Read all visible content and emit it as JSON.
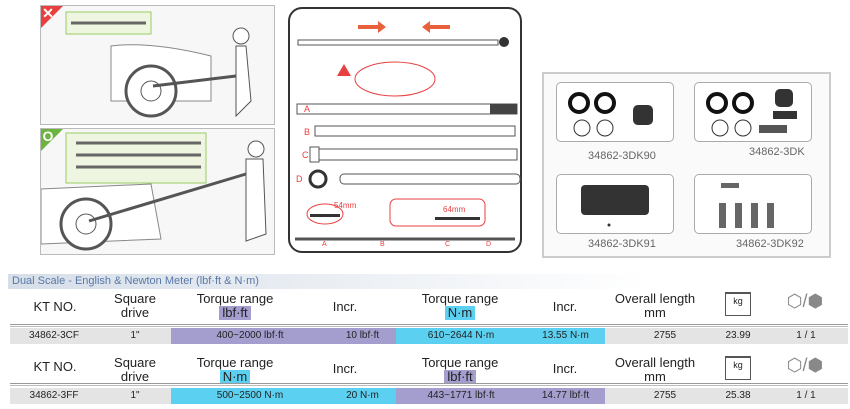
{
  "illustrations": {
    "wrong_badge": "✕",
    "right_badge": "O"
  },
  "diagram": {
    "labels": [
      "A",
      "B",
      "C",
      "D"
    ],
    "pin_short": "54mm",
    "pin_long": "64mm",
    "assembly_labels": [
      "A",
      "B",
      "C",
      "D"
    ]
  },
  "kits": [
    {
      "code": "34862-3DK90"
    },
    {
      "code": "34862-3DK"
    },
    {
      "code": "34862-3DK91"
    },
    {
      "code": "34862-3DK92"
    }
  ],
  "table": {
    "title": "Dual Scale - English & Newton Meter (lbf·ft & N·m)",
    "headers_common": {
      "kt": "KT NO.",
      "square1": "Square",
      "square2": "drive",
      "torque": "Torque range",
      "incr": "Incr.",
      "length1": "Overall length",
      "length2": "mm"
    },
    "products": [
      {
        "unit1": "lbf·ft",
        "unit2": "N·m",
        "kt": "34862-3CF",
        "drive": "1\"",
        "range1": "400~2000 lbf·ft",
        "incr1": "10 lbf·ft",
        "range2": "610~2644 N·m",
        "incr2": "13.55 N·m",
        "length": "2755",
        "weight": "23.99",
        "pack": "1 / 1"
      },
      {
        "unit1": "N·m",
        "unit2": "lbf·ft",
        "kt": "34862-3FF",
        "drive": "1\"",
        "range1": "500~2500 N·m",
        "incr1": "20 N·m",
        "range2": "443~1771 lbf·ft",
        "incr2": "14.77 lbf·ft",
        "length": "2755",
        "weight": "25.38",
        "pack": "1 / 1"
      }
    ]
  },
  "colors": {
    "purple": "#a49ecf",
    "blue": "#5cd0f0",
    "red": "#e84040",
    "green": "#6cb33f"
  }
}
